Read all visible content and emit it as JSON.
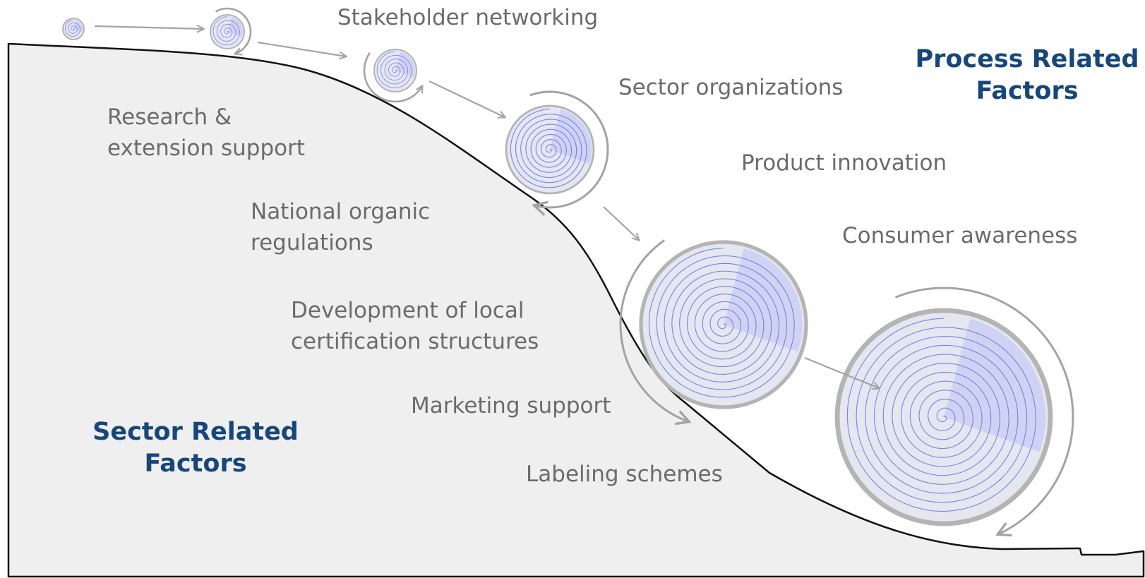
{
  "diagram": {
    "process_heading": [
      "Process Related",
      "Factors"
    ],
    "sector_heading": [
      "Sector Related",
      "Factors"
    ],
    "process_factors": [
      "Stakeholder networking",
      "Sector organizations",
      "Product innovation",
      "Consumer awareness"
    ],
    "sector_factors": [
      [
        "Research &",
        "extension support"
      ],
      [
        "National organic",
        "regulations"
      ],
      [
        "Development of local",
        "certification structures"
      ],
      [
        "Marketing support"
      ],
      [
        "Labeling schemes"
      ]
    ],
    "colors": {
      "hill_fill": "#efefef",
      "hill_stroke": "#111111",
      "ball_rim": "#b4b4b4",
      "ball_fill": "#e4e7f0",
      "spiral": "#6f74e8",
      "wedge": "#c8ccf4",
      "arrow": "#a3a3a3",
      "heading": "#17477a",
      "text": "#6b6b6b"
    },
    "icons": [
      "snowball-icon",
      "rotation-arrow-icon",
      "motion-arrow-icon"
    ]
  }
}
